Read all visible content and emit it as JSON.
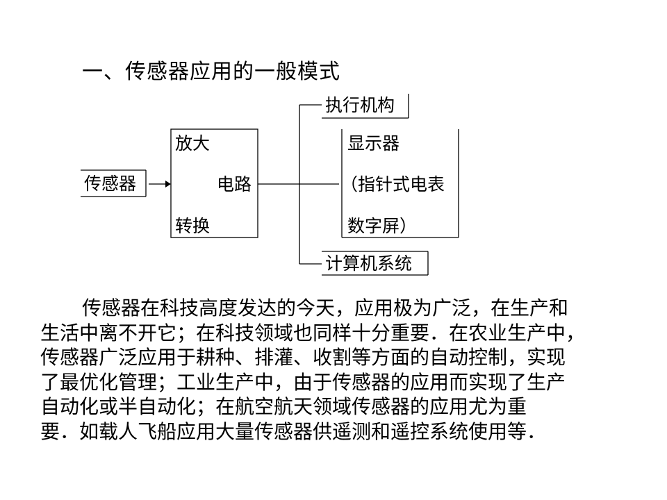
{
  "section_title": "一、传感器应用的一般模式",
  "diagram": {
    "sensor": "传感器",
    "amplify": "放大",
    "circuit": "电路",
    "convert": "转换",
    "actuator": "执行机构",
    "display_title": "显示器",
    "display_types": "（指针式电表",
    "display_screen": "数字屏）",
    "computer": "计算机系统"
  },
  "paragraph_lines": [
    "传感器在科技高度发达的今天，应用极为广泛，在生产和",
    "生活中离不开它；在科技领域也同样十分重要．在农业生产中，",
    "传感器广泛应用于耕种、排灌、收割等方面的自动控制，实现",
    "了最优化管理；工业生产中，由于传感器的应用而实现了生产",
    "自动化或半自动化；在航空航天领域传感器的应用尤为重",
    "要．如载人飞船应用大量传感器供遥测和遥控系统使用等．"
  ]
}
